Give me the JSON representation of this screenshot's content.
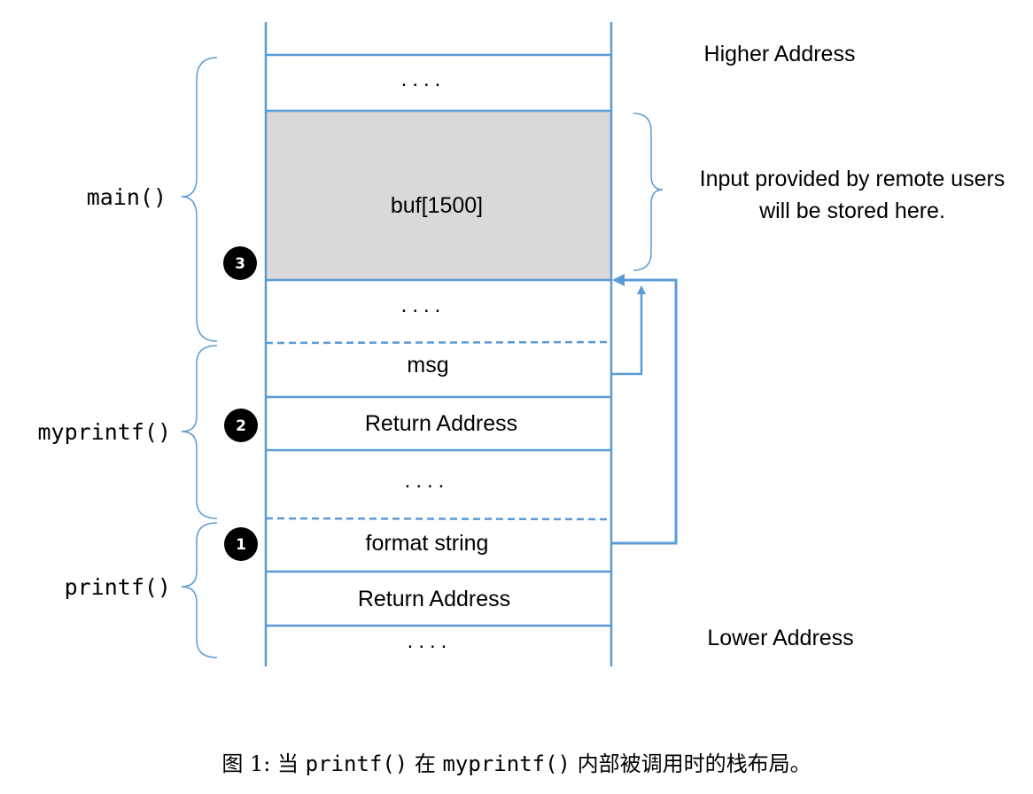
{
  "colors": {
    "line": "#5b9bd5",
    "buffer_fill": "#d9d9d9",
    "badge": "#000000"
  },
  "labels": {
    "higher_address": "Higher Address",
    "lower_address": "Lower Address",
    "input_note_line1": "Input provided by remote users",
    "input_note_line2": "will be stored here."
  },
  "frames": {
    "main": "main()",
    "myprintf": "myprintf()",
    "printf": "printf()"
  },
  "cells": {
    "top_dots": "....",
    "buffer": "buf[1500]",
    "main_dots": "....",
    "msg": "msg",
    "myprintf_return": "Return Address",
    "myprintf_dots": "....",
    "format_string": "format string",
    "printf_return": "Return Address",
    "bottom_dots": "...."
  },
  "badges": {
    "one": "1",
    "two": "2",
    "three": "3"
  },
  "caption": {
    "prefix": "图 1: 当 ",
    "func1": "printf()",
    "mid": " 在 ",
    "func2": "myprintf()",
    "suffix": " 内部被调用时的栈布局。"
  }
}
